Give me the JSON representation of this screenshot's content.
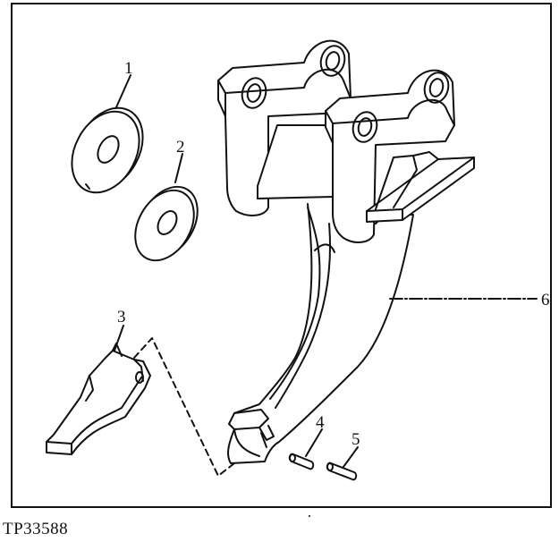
{
  "figure": {
    "code": "TP33588",
    "callouts": [
      {
        "id": "1",
        "label": "1"
      },
      {
        "id": "2",
        "label": "2"
      },
      {
        "id": "3",
        "label": "3"
      },
      {
        "id": "4",
        "label": "4"
      },
      {
        "id": "5",
        "label": "5"
      },
      {
        "id": "6",
        "label": "6"
      }
    ]
  },
  "colors": {
    "ink": "#111111",
    "paper": "#ffffff"
  }
}
